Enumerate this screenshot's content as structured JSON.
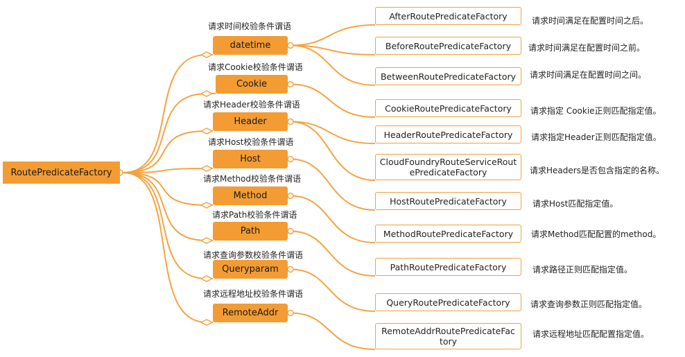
{
  "root": {
    "label": "RoutePredicateFactory"
  },
  "categories": [
    {
      "label": "datetime",
      "caption": "请求时间校验条件谓语"
    },
    {
      "label": "Cookie",
      "caption": "请求Cookie校验条件谓语"
    },
    {
      "label": "Header",
      "caption": "请求Header校验条件谓语"
    },
    {
      "label": "Host",
      "caption": "请求Host校验条件谓语"
    },
    {
      "label": "Method",
      "caption": "请求Method校验条件谓语"
    },
    {
      "label": "Path",
      "caption": "请求Path校验条件谓语"
    },
    {
      "label": "Queryparam",
      "caption": "请求查询参数校验条件谓语"
    },
    {
      "label": "RemoteAddr",
      "caption": "请求远程地址校验条件谓语"
    }
  ],
  "leaves": [
    {
      "label": "AfterRoutePredicateFactory",
      "desc": "请求时间满足在配置时间之后。"
    },
    {
      "label": "BeforeRoutePredicateFactory",
      "desc": "请求时间满足在配置时间之前。"
    },
    {
      "label": "BetweenRoutePredicateFactory",
      "desc": "请求时间满足在配置时间之间。"
    },
    {
      "label": "CookieRoutePredicateFactory",
      "desc": "请求指定 Cookie正则匹配指定值。"
    },
    {
      "label": "HeaderRoutePredicateFactory",
      "desc": "请求指定Header正则匹配指定值。"
    },
    {
      "label": "CloudFoundryRouteServiceRoutePredicateFactory",
      "label_line1": "CloudFoundryRouteServiceRout",
      "label_line2": "ePredicateFactory",
      "desc": "请求Headers是否包含指定的名称。"
    },
    {
      "label": "HostRoutePredicateFactory",
      "desc": "请求Host匹配指定值。"
    },
    {
      "label": "MethodRoutePredicateFactory",
      "desc": "请求Method匹配配置的method。"
    },
    {
      "label": "PathRoutePredicateFactory",
      "desc": "请求路径正则匹配指定值。"
    },
    {
      "label": "QueryRoutePredicateFactory",
      "desc": "请求查询参数正则匹配指定值。"
    },
    {
      "label": "RemoteAddrRoutePredicateFactory",
      "label_line1": "RemoteAddrRoutePredicateFac",
      "label_line2": "tory",
      "desc": "请求远程地址匹配配置指定值。"
    }
  ],
  "colors": {
    "accent": "#f39c34",
    "line": "#f5a341"
  }
}
